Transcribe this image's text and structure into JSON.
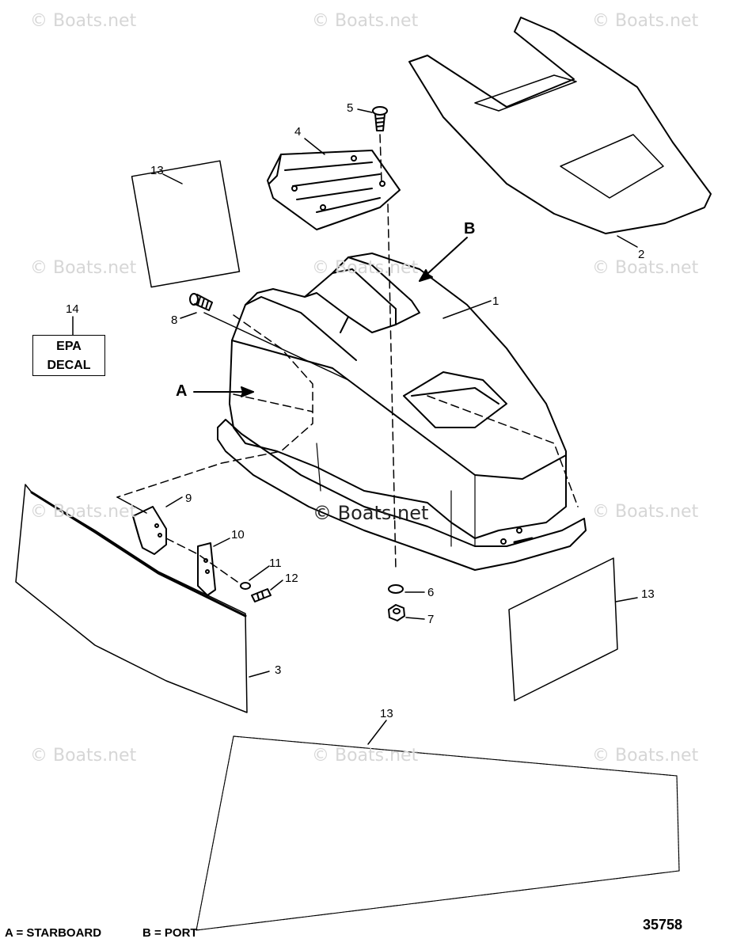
{
  "watermarks": {
    "text": "© Boats.net",
    "center_text": "© Boats.net"
  },
  "callouts": {
    "part_1": "1",
    "part_2": "2",
    "part_3": "3",
    "part_4": "4",
    "part_5": "5",
    "part_6": "6",
    "part_7": "7",
    "part_8": "8",
    "part_9": "9",
    "part_10": "10",
    "part_11": "11",
    "part_12": "12",
    "part_13_top": "13",
    "part_13_right": "13",
    "part_13_bottom": "13",
    "part_14": "14",
    "label_a": "A",
    "label_b": "B"
  },
  "decal": {
    "line1": "EPA",
    "line2": "DECAL"
  },
  "legend": {
    "a": "A = STARBOARD",
    "b": "B = PORT"
  },
  "figure_number": "35758"
}
